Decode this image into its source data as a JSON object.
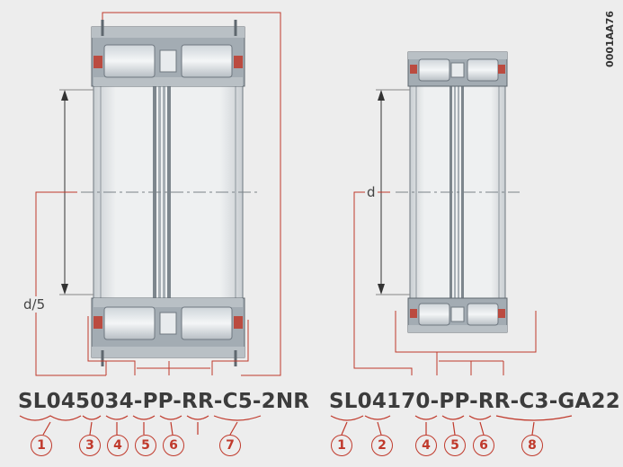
{
  "doc_id": "0001AA76",
  "colors": {
    "accent": "#c0392b",
    "ring": "#9aa3ab",
    "bore": "#e3e6e8"
  },
  "left": {
    "designation": "SL045034-PP-RR-C5-2NR",
    "dim_label": "d/5",
    "callouts": [
      "1",
      "3",
      "4",
      "5",
      "6",
      "7"
    ]
  },
  "right": {
    "designation": "SL04170-PP-RR-C3-GA22",
    "dim_label": "d",
    "callouts": [
      "1",
      "2",
      "4",
      "5",
      "6",
      "8"
    ]
  }
}
